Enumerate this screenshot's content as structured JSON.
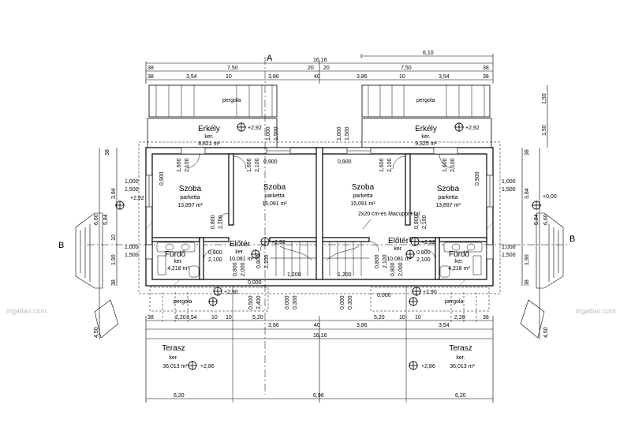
{
  "axis_labels": {
    "a": "A",
    "b_left": "B",
    "b_right": "B"
  },
  "top_dims": {
    "overall": "16,16",
    "right_span": "6,10",
    "row2": [
      "38",
      "7,50",
      "20",
      "20",
      "7,50",
      "38"
    ],
    "row3": [
      "38",
      "3,54",
      "10",
      "3,86",
      "40",
      "3,86",
      "10",
      "3,54",
      "38"
    ]
  },
  "bottom_dims": {
    "row1": [
      "38",
      "3,54",
      "10",
      "3,86",
      "40",
      "3,86",
      "10",
      "3,54",
      "38"
    ],
    "row2": [
      "2,20",
      "10",
      "5,20",
      "5,20",
      "10",
      "2,20"
    ],
    "overall": "16,16",
    "bottom": [
      "6,20",
      "6,96",
      "6,20"
    ]
  },
  "side_dims": {
    "left": [
      "38",
      "3,84",
      "6,60",
      "5,84",
      "10",
      "1,90",
      "38",
      "4,50"
    ],
    "right": [
      "1,50",
      "1,50",
      "38",
      "3,84",
      "6,60",
      "5,84",
      "1,90",
      "38",
      "4,50"
    ]
  },
  "rooms": {
    "erkely_left": {
      "name": "Erkély",
      "type": "ker.",
      "area": "8,821 m²"
    },
    "erkely_right": {
      "name": "Erkély",
      "type": "ker.",
      "area": "9,325 m²"
    },
    "szoba1": {
      "name": "Szoba",
      "type": "parketta",
      "area": "13,897 m²"
    },
    "szoba2": {
      "name": "Szoba",
      "type": "parketta",
      "area": "15,091 m²"
    },
    "szoba3": {
      "name": "Szoba",
      "type": "parketta",
      "area": "15,091 m²"
    },
    "szoba4": {
      "name": "Szoba",
      "type": "parketta",
      "area": "13,897 m²"
    },
    "furdo_left": {
      "name": "Fürdő",
      "type": "ker.",
      "area": "4,218 m²"
    },
    "furdo_right": {
      "name": "Fürdő",
      "type": "ker.",
      "area": "4,218 m²"
    },
    "eloter_left": {
      "name": "Előtér",
      "type": "ker.",
      "area": "10,081 m²"
    },
    "eloter_right": {
      "name": "Előtér",
      "type": "ker.",
      "area": "10,081 m²"
    },
    "terasz_left": {
      "name": "Terasz",
      "type": "ker.",
      "area": "36,013 m²"
    },
    "terasz_right": {
      "name": "Terasz",
      "type": "ker.",
      "area": "36,013 m²"
    }
  },
  "pergola_label": "pergola",
  "levels": {
    "l292": "+2,92",
    "l290": "+2,90",
    "l286": "+2,86",
    "l000": "+0,00"
  },
  "wall_note": "2x20 cm-es Macupont fal",
  "openings": {
    "o0900": "0,900",
    "o2100": "2,100",
    "o1000": "1,000",
    "o1500": "1,500",
    "o1600": "1,600",
    "o1200": "1,200",
    "o0800": "0,800",
    "o2000": "2,000",
    "o0500": "0,500",
    "o2400": "2,400",
    "o0000": "0,000",
    "o0300": "0,300"
  },
  "watermark": "ingatlan.com"
}
